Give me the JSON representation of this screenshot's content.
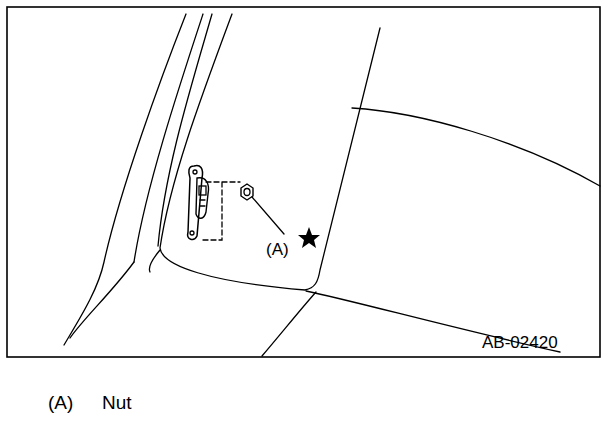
{
  "diagram": {
    "labels": [
      "(A)",
      "AB-02420",
      "(A)",
      "Nut"
    ]
  }
}
